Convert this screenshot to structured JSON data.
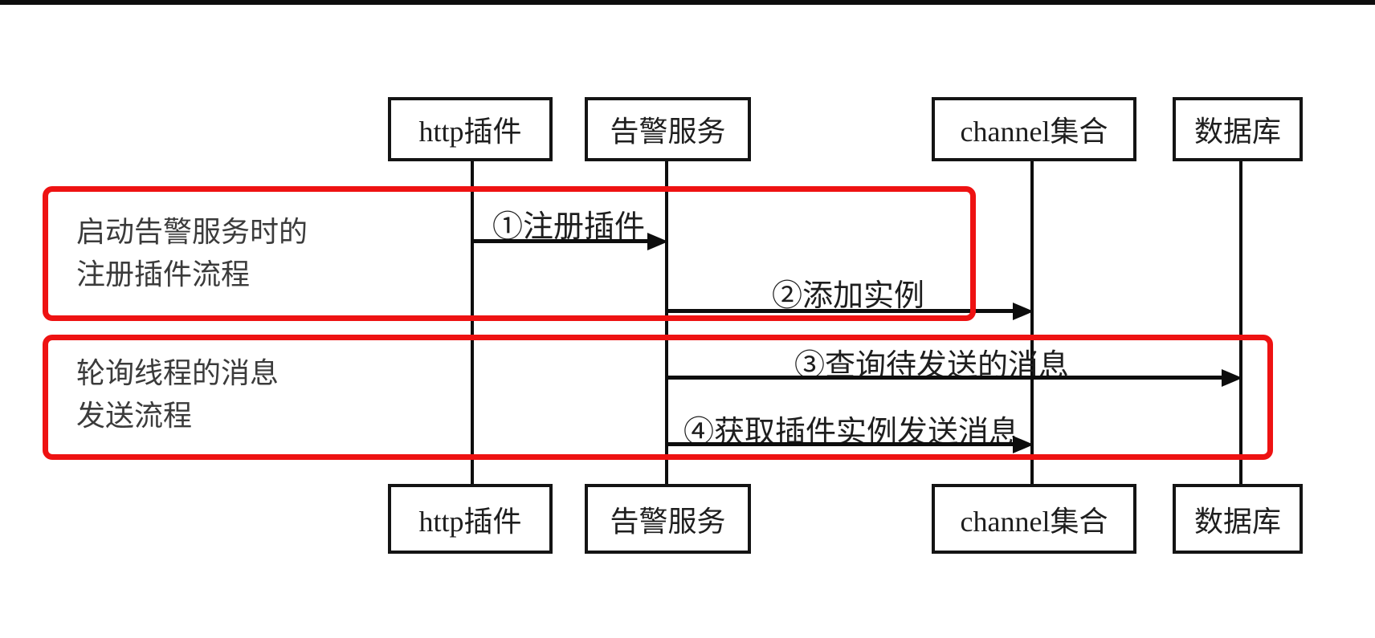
{
  "diagram": {
    "type": "sequence-diagram",
    "participants": [
      {
        "id": "http-plugin",
        "label": "http插件"
      },
      {
        "id": "alert-service",
        "label": "告警服务"
      },
      {
        "id": "channel-set",
        "label": "channel集合"
      },
      {
        "id": "database",
        "label": "数据库"
      }
    ],
    "messages": [
      {
        "seq": "①",
        "label": "①注册插件",
        "from": "http插件",
        "to": "告警服务"
      },
      {
        "seq": "②",
        "label": "②添加实例",
        "from": "告警服务",
        "to": "channel集合"
      },
      {
        "seq": "③",
        "label": "③查询待发送的消息",
        "from": "告警服务",
        "to": "数据库"
      },
      {
        "seq": "④",
        "label": "④获取插件实例发送消息",
        "from": "告警服务",
        "to": "channel集合"
      }
    ],
    "groups": [
      {
        "line1": "启动告警服务时的",
        "line2": "注册插件流程"
      },
      {
        "line1": "轮询线程的消息",
        "line2": "发送流程"
      }
    ],
    "colors": {
      "group_border": "#ee1212",
      "line": "#0d0d0d",
      "background": "#ffffff"
    }
  }
}
